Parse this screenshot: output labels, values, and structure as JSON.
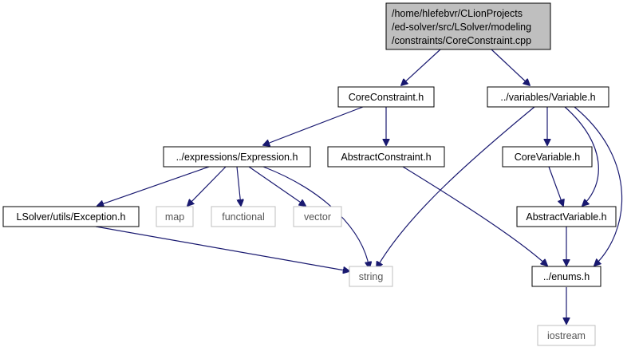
{
  "colors": {
    "edge": "#191970",
    "root_fill": "#bfbfbf",
    "node_border": "#000000",
    "external_border": "#bfbfbf",
    "background": "#ffffff"
  },
  "nodes": {
    "root": {
      "lines": [
        "/home/hlefebvr/CLionProjects",
        "/ed-solver/src/LSolver/modeling",
        "/constraints/CoreConstraint.cpp"
      ]
    },
    "core_constraint": {
      "label": "CoreConstraint.h"
    },
    "variable": {
      "label": "../variables/Variable.h"
    },
    "expression": {
      "label": "../expressions/Expression.h"
    },
    "abstract_constraint": {
      "label": "AbstractConstraint.h"
    },
    "core_variable": {
      "label": "CoreVariable.h"
    },
    "exception": {
      "label": "LSolver/utils/Exception.h"
    },
    "map": {
      "label": "map"
    },
    "functional": {
      "label": "functional"
    },
    "vector": {
      "label": "vector"
    },
    "abstract_variable": {
      "label": "AbstractVariable.h"
    },
    "string": {
      "label": "string"
    },
    "enums": {
      "label": "../enums.h"
    },
    "iostream": {
      "label": "iostream"
    }
  }
}
